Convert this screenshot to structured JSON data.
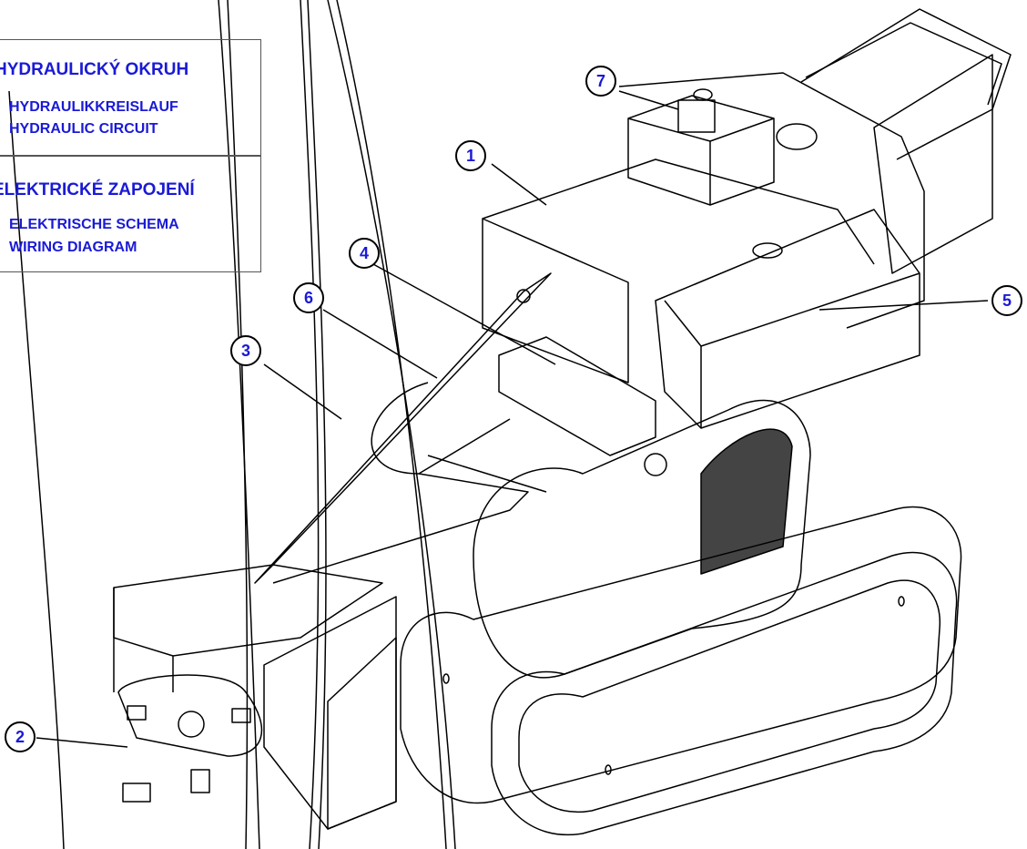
{
  "legend": {
    "hydraulic": {
      "title_cz": "HYDRAULICKÝ OKRUH",
      "title_de": "HYDRAULIKKREISLAUF",
      "title_en": "HYDRAULIC CIRCUIT"
    },
    "electric": {
      "title_cz": "ELEKTRICKÉ ZAPOJENÍ",
      "title_de": "ELEKTRISCHE SCHEMA",
      "title_en": "WIRING DIAGRAM"
    }
  },
  "callouts": [
    "1",
    "2",
    "3",
    "4",
    "5",
    "6",
    "7"
  ],
  "colors": {
    "label": "#1a1ad6",
    "line": "#000000"
  }
}
